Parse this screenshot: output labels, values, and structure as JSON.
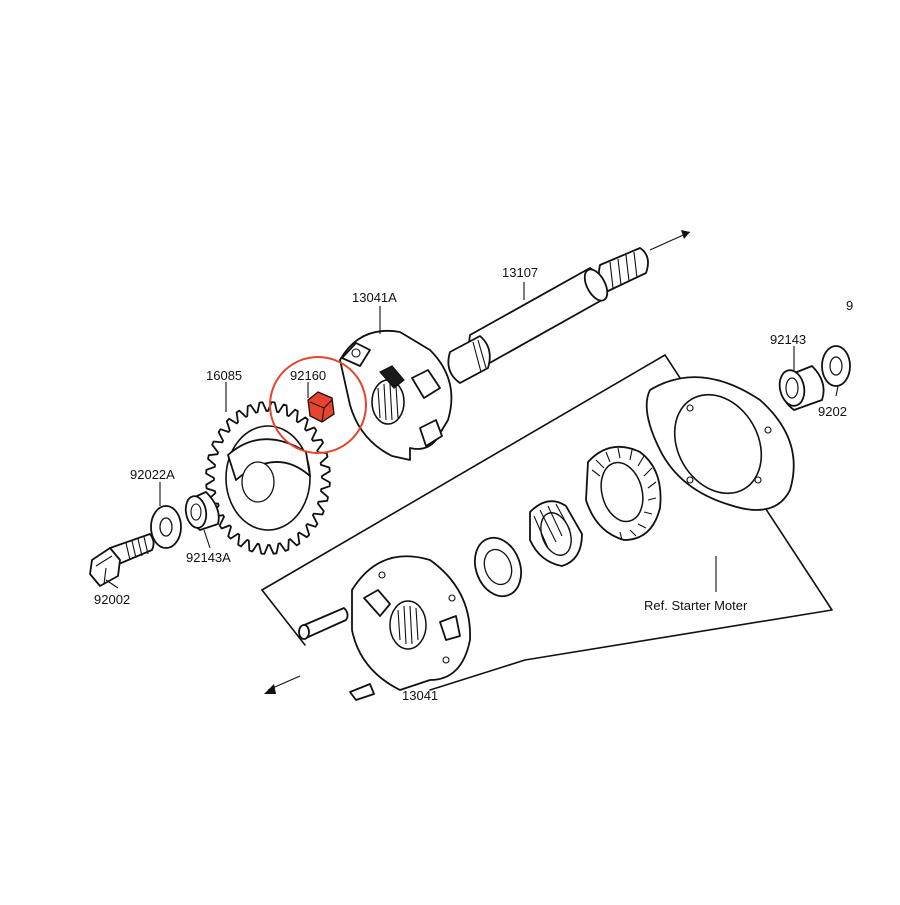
{
  "labels": {
    "p13107": "13107",
    "p13041a": "13041A",
    "p16085": "16085",
    "p92160": "92160",
    "p92022a": "92022A",
    "p92143a": "92143A",
    "p92002": "92002",
    "p92143": "92143",
    "p92022_partial": "9202",
    "p_partial_top_right": "9",
    "p_partial_bottom": "13041",
    "ref_starter": "Ref. Starter Moter"
  },
  "highlight": {
    "target_part": "92160",
    "circle_color": "#e8432c",
    "part_fill": "#e8432c"
  }
}
